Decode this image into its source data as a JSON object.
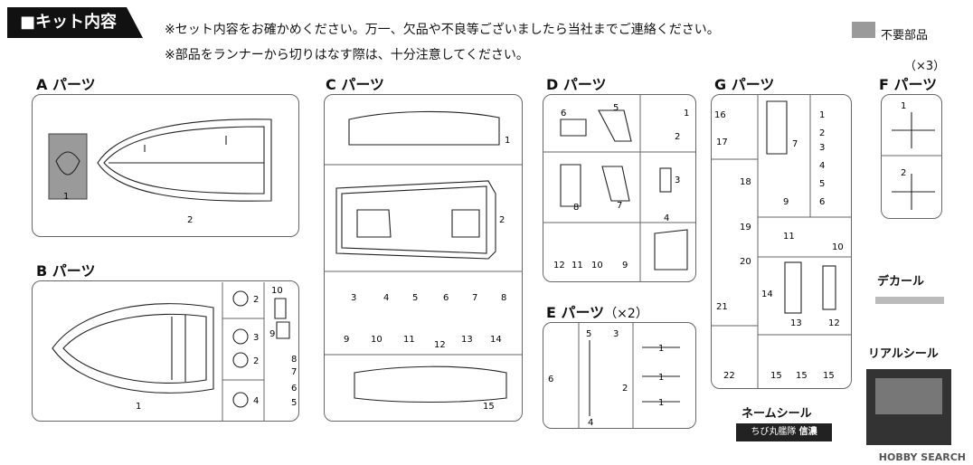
{
  "header": {
    "title": "■キット内容",
    "note_line1": "※セット内容をお確かめください。万一、欠品や不良等ございましたら当社までご連絡ください。",
    "note_line2": "※部品をランナーから切りはなす際は、十分注意してください。",
    "legend_label": "不要部品"
  },
  "sections": {
    "a": {
      "title": "A パーツ"
    },
    "b": {
      "title": "B パーツ"
    },
    "c": {
      "title": "C パーツ"
    },
    "d": {
      "title": "D パーツ"
    },
    "e": {
      "title": "E パーツ",
      "qty": "（×2）"
    },
    "g": {
      "title": "G パーツ"
    },
    "f": {
      "title": "F パーツ",
      "qty": "（×3）"
    }
  },
  "stickers": {
    "decal": "デカール",
    "real": "リアルシール",
    "name": "ネームシール",
    "name_plate_left": "ちび丸艦隊",
    "name_plate_right": "信濃"
  },
  "watermark": "HOBBY SEARCH",
  "colors": {
    "unneeded_part": "#9a9a9a",
    "header_bg": "#111111"
  }
}
